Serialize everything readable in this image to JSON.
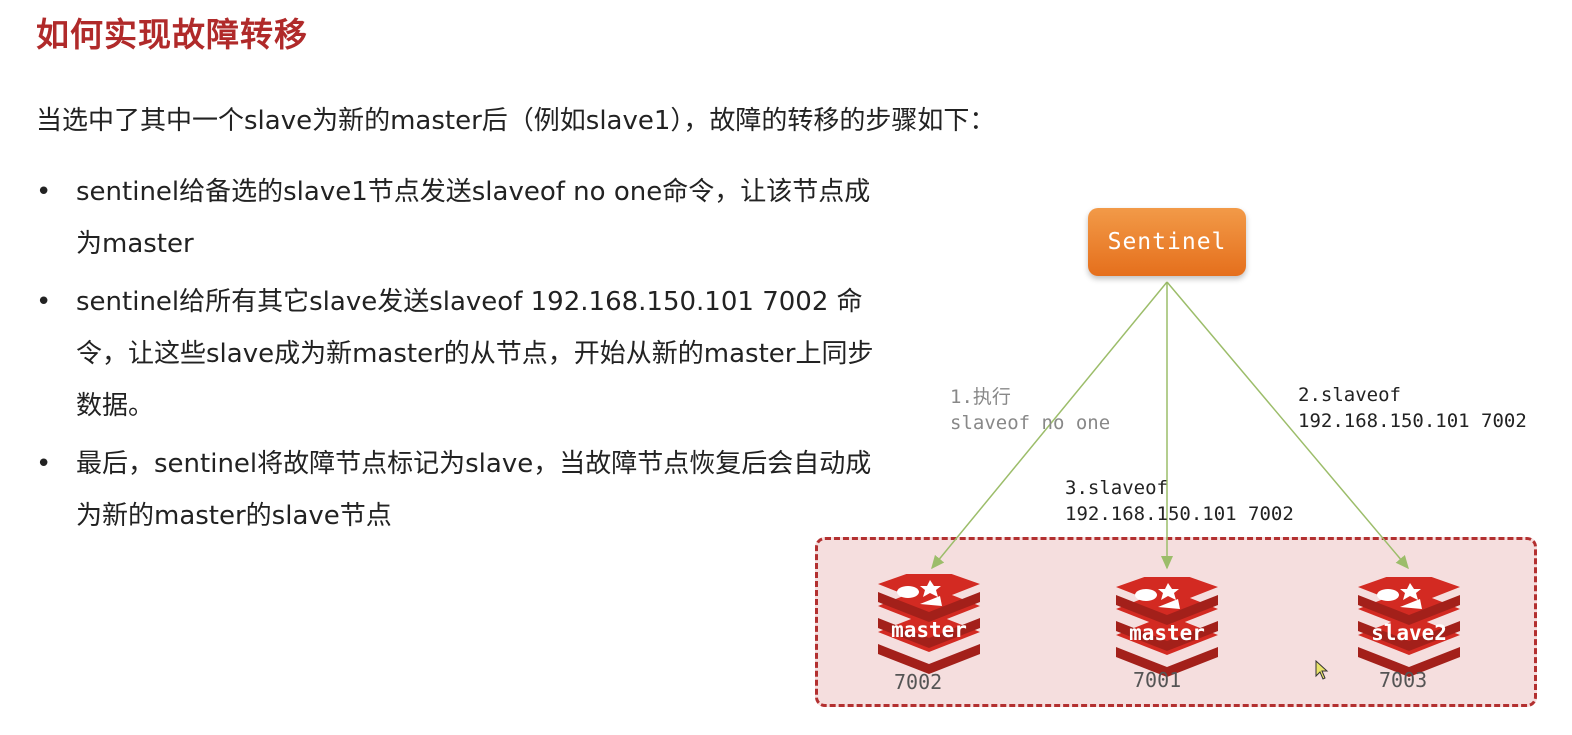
{
  "title": "如何实现故障转移",
  "intro": "当选中了其中一个slave为新的master后（例如slave1），故障的转移的步骤如下：",
  "bullets": [
    {
      "marker": "•",
      "text": "sentinel给备选的slave1节点发送slaveof no one命令，让该节点成为master"
    },
    {
      "marker": "•",
      "text": "sentinel给所有其它slave发送slaveof 192.168.150.101 7002 命令，让这些slave成为新master的从节点，开始从新的master上同步数据。"
    },
    {
      "marker": "•",
      "text": "最后，sentinel将故障节点标记为slave，当故障节点恢复后会自动成为新的master的slave节点"
    }
  ],
  "diagram": {
    "sentinel_label": "Sentinel",
    "step1": "1.执行\nslaveof no one",
    "step2": "2.slaveof\n192.168.150.101 7002",
    "step3": "3.slaveof\n192.168.150.101 7002",
    "nodes": [
      {
        "label": "master",
        "port": "7002"
      },
      {
        "label": "master",
        "port": "7001"
      },
      {
        "label": "slave2",
        "port": "7003"
      }
    ],
    "colors": {
      "title": "#b02a2a",
      "sentinel": "#e8782a",
      "arrow": "#9cbd6a",
      "group_fill": "#f5dede",
      "group_border": "#b33030",
      "redis_red": "#d32a22"
    }
  }
}
